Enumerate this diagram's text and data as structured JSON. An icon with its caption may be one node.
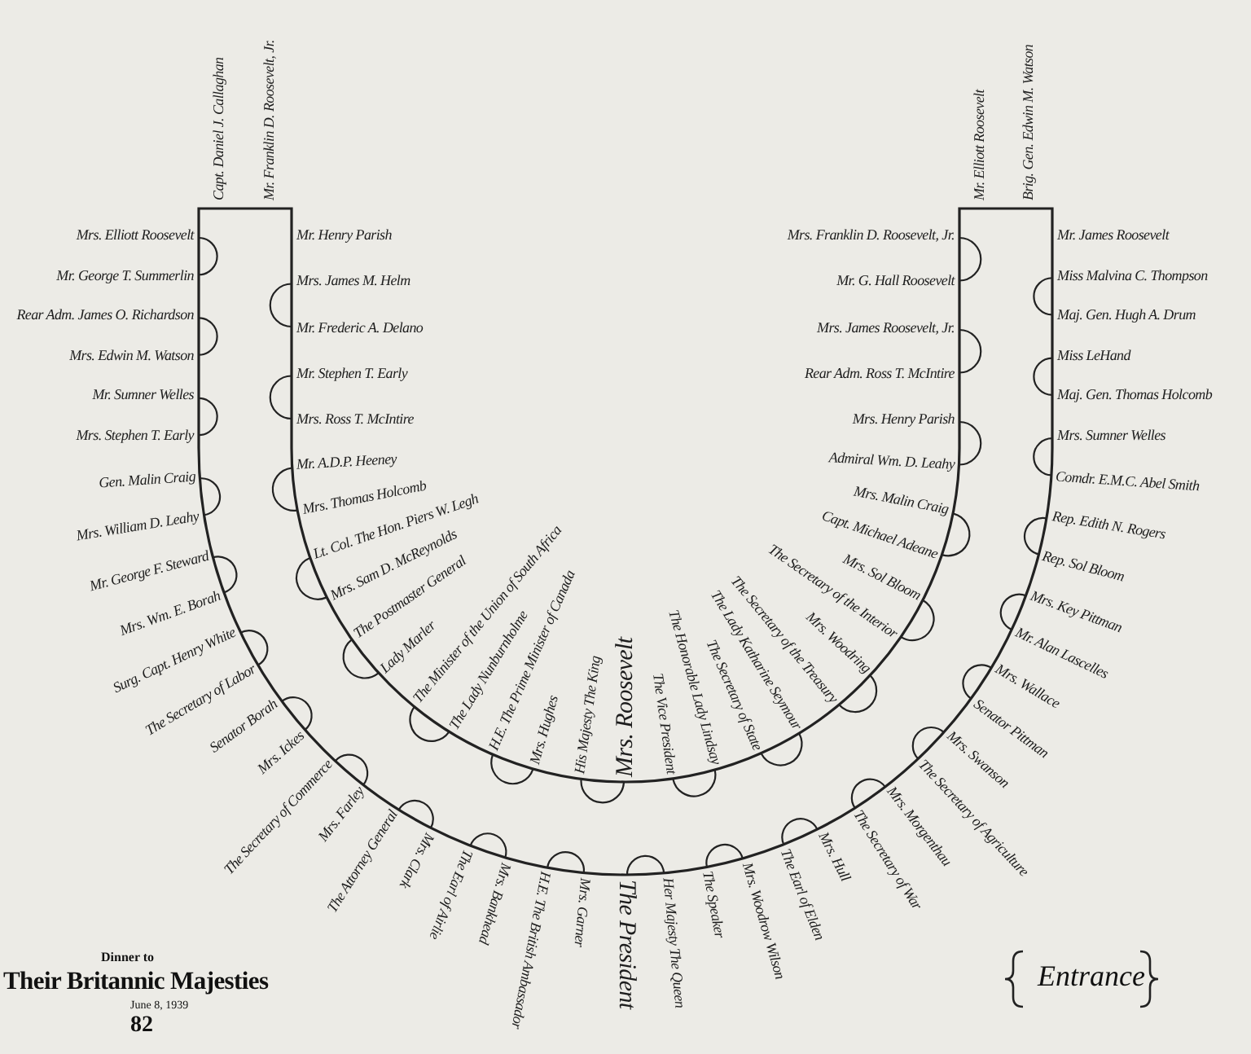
{
  "diagram": {
    "title": "Their Britannic Majesties",
    "labels": [
      "Capt. Daniel J. Callaghan",
      "Mr. Franklin D. Roosevelt, Jr.",
      "Mr. Elliott Roosevelt",
      "Brig. Gen. Edwin M. Watson",
      "Mrs. Elliott Roosevelt",
      "Mr. George T. Summerlin",
      "Rear Adm. James O. Richardson",
      "Mrs. Edwin M. Watson",
      "Mr. Sumner Welles",
      "Mrs. Stephen T. Early",
      "Gen. Malin Craig",
      "Mrs. William D. Leahy",
      "Mr. George F. Steward",
      "Mrs. Wm. E. Borah",
      "Surg. Capt. Henry White",
      "The Secretary of Labor",
      "Senator Borah",
      "Mrs. Ickes",
      "The Secretary of Commerce",
      "Mrs. Farley",
      "The Attorney General",
      "Mrs. Clark",
      "The Earl of Airlie",
      "Mrs. Bankhead",
      "H.E. The British Ambassador",
      "Mrs. Garner",
      "The President",
      "Her Majesty The Queen",
      "The Speaker",
      "Mrs. Woodrow Wilson",
      "The Earl of Elden",
      "Mrs. Hull",
      "The Secretary of War",
      "Mrs. Morgenthau",
      "The Secretary of Agriculture",
      "Mrs. Swanson",
      "Senator Pittman",
      "Mrs. Wallace",
      "Mr. Alan Lascelles",
      "Mrs. Key Pittman",
      "Rep. Sol Bloom",
      "Rep. Edith N. Rogers",
      "Comdr. E.M.C. Abel Smith",
      "Mrs. Sumner Welles",
      "Maj. Gen. Thomas Holcomb",
      "Miss LeHand",
      "Maj. Gen. Hugh A. Drum",
      "Miss Malvina C. Thompson",
      "Mr. James Roosevelt",
      "Dinner to",
      "June 8, 1939",
      "82",
      "Entrance",
      "Mr. Henry Parish",
      "Mrs. James M. Helm",
      "Mr. Frederic A. Delano",
      "Mr. Stephen T. Early",
      "Mrs. Ross T. McIntire",
      "Mr. A.D.P. Heeney",
      "Mrs. Thomas Holcomb",
      "Lt. Col. The Hon. Piers W. Legh",
      "Mrs. Sam D. McReynolds",
      "The Postmaster General",
      "Lady Marler",
      "The Minister of the Union of South Africa",
      "The Lady Nunburnholme",
      "H.E. The Prime Minister of Canada",
      "Mrs. Hughes",
      "His Majesty The King",
      "Mrs. Roosevelt",
      "The Vice President",
      "The Honorable Lady Lindsay",
      "The Secretary of State",
      "The Lady Katharine Seymour",
      "The Secretary of the Treasury",
      "Mrs. Woodring",
      "The Secretary of the Interior",
      "Mrs. Sol Bloom",
      "Capt. Michael Adeane",
      "Mrs. Malin Craig",
      "Admiral Wm. D. Leahy",
      "Mrs. Henry Parish",
      "Rear Adm. Ross T. McIntire",
      "Mrs. James Roosevelt, Jr.",
      "Mr. G. Hall Roosevelt",
      "Mrs. Franklin D. Roosevelt, Jr."
    ]
  }
}
